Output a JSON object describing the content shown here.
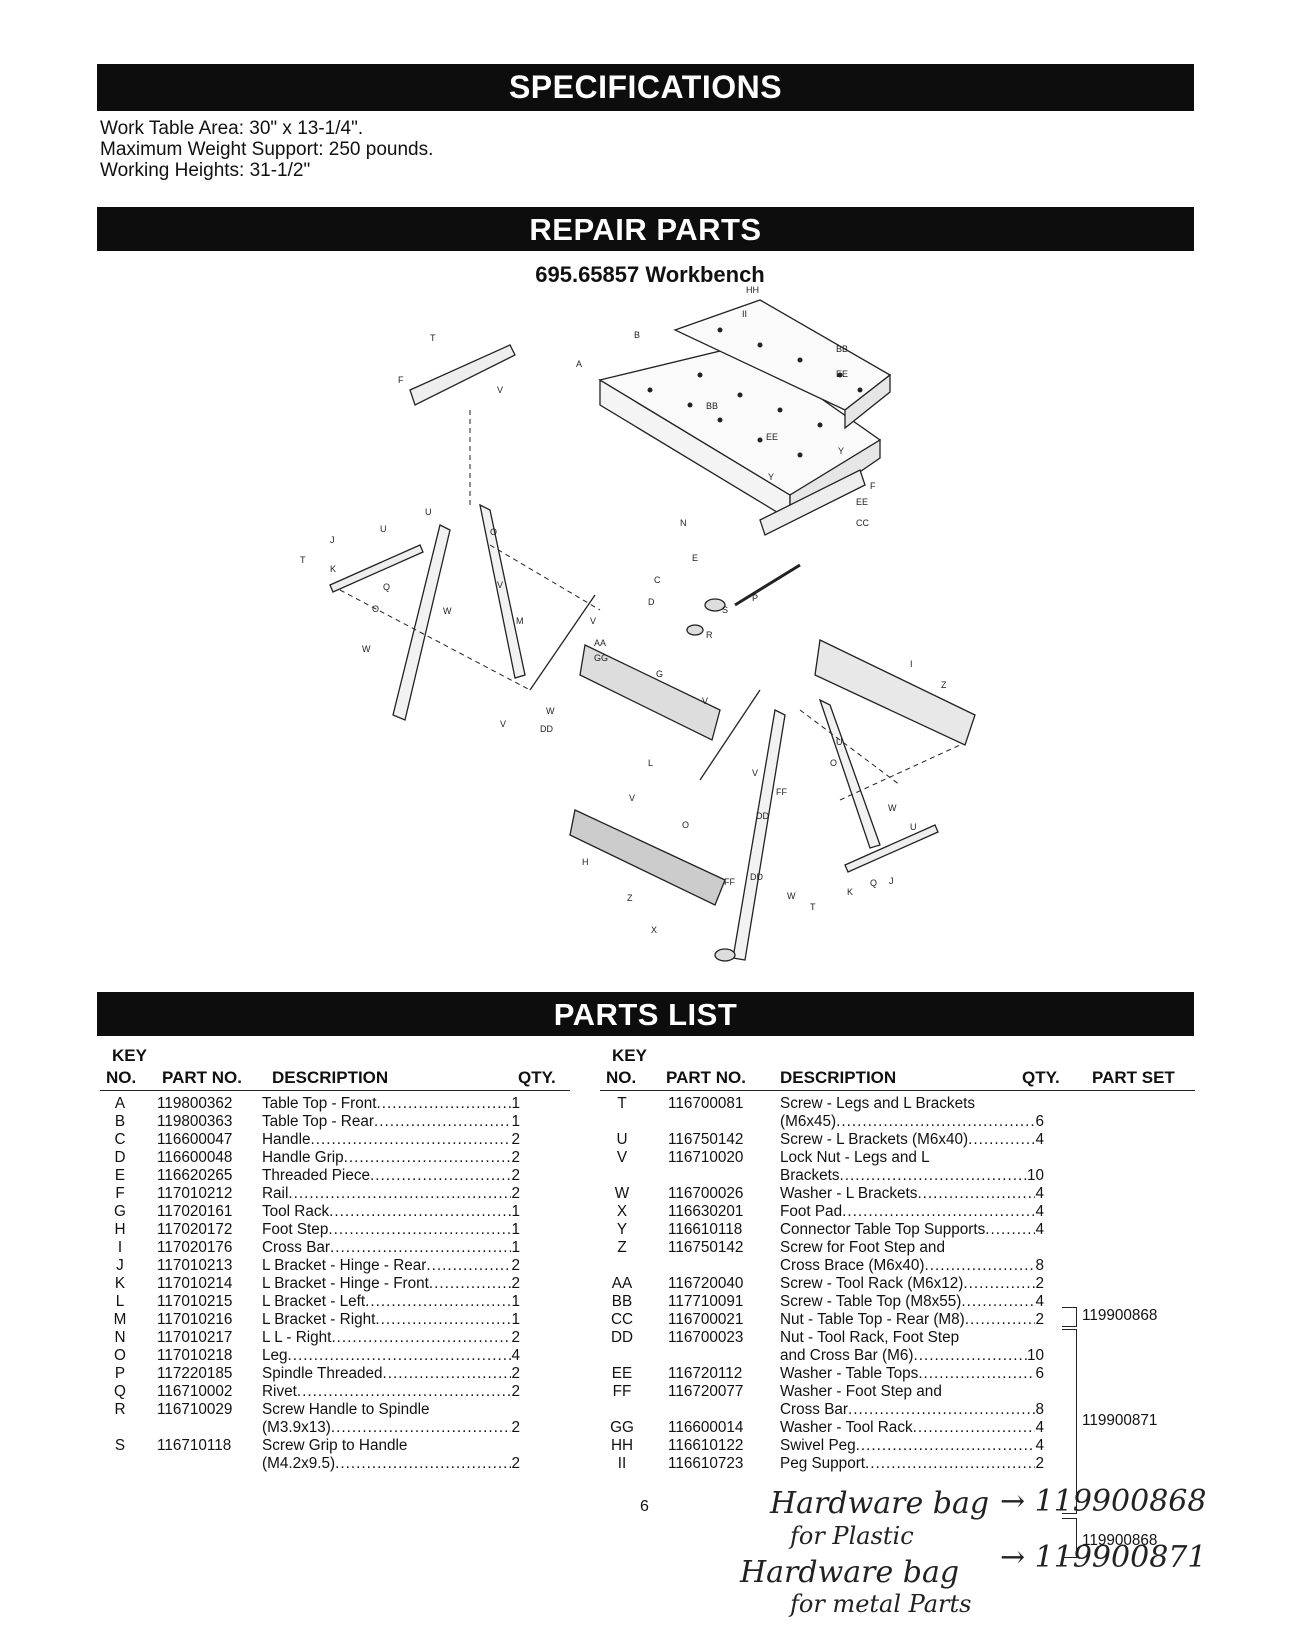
{
  "sections": {
    "specifications": "SPECIFICATIONS",
    "repair_parts": "REPAIR PARTS",
    "parts_list": "PARTS LIST"
  },
  "specs": [
    "Work Table Area:  30\" x 13-1/4\".",
    "Maximum Weight Support:  250 pounds.",
    "Working Heights:  31-1/2\""
  ],
  "model_title": "695.65857 Workbench",
  "table_headers": {
    "key1": "KEY",
    "key2": "NO.",
    "part_no": "PART NO.",
    "description": "DESCRIPTION",
    "qty": "QTY.",
    "part_set": "PART SET"
  },
  "parts_left": [
    {
      "key": "A",
      "part": "119800362",
      "desc": "Table Top - Front",
      "qty": "1"
    },
    {
      "key": "B",
      "part": "119800363",
      "desc": "Table Top - Rear",
      "qty": "1"
    },
    {
      "key": "C",
      "part": "116600047",
      "desc": "Handle",
      "qty": "2"
    },
    {
      "key": "D",
      "part": "116600048",
      "desc": "Handle Grip",
      "qty": "2"
    },
    {
      "key": "E",
      "part": "116620265",
      "desc": "Threaded Piece",
      "qty": "2"
    },
    {
      "key": "F",
      "part": "117010212",
      "desc": "Rail",
      "qty": "2"
    },
    {
      "key": "G",
      "part": "117020161",
      "desc": "Tool Rack",
      "qty": "1"
    },
    {
      "key": "H",
      "part": "117020172",
      "desc": "Foot Step",
      "qty": "1"
    },
    {
      "key": "I",
      "part": "117020176",
      "desc": "Cross Bar",
      "qty": "1"
    },
    {
      "key": "J",
      "part": "117010213",
      "desc": "L Bracket - Hinge - Rear",
      "qty": "2"
    },
    {
      "key": "K",
      "part": "117010214",
      "desc": "L Bracket - Hinge - Front",
      "qty": "2"
    },
    {
      "key": "L",
      "part": "117010215",
      "desc": "L Bracket - Left",
      "qty": "1"
    },
    {
      "key": "M",
      "part": "117010216",
      "desc": "L Bracket - Right",
      "qty": "1"
    },
    {
      "key": "N",
      "part": "117010217",
      "desc": "L L - Right",
      "qty": "2"
    },
    {
      "key": "O",
      "part": "117010218",
      "desc": "Leg",
      "qty": "4"
    },
    {
      "key": "P",
      "part": "117220185",
      "desc": "Spindle Threaded",
      "qty": "2"
    },
    {
      "key": "Q",
      "part": "116710002",
      "desc": "Rivet",
      "qty": "2"
    },
    {
      "key": "R",
      "part": "116710029",
      "desc": "Screw Handle to Spindle",
      "qty": ""
    },
    {
      "key": "",
      "part": "",
      "desc": "(M3.9x13)",
      "qty": "2"
    },
    {
      "key": "S",
      "part": "116710118",
      "desc": "Screw Grip to Handle",
      "qty": ""
    },
    {
      "key": "",
      "part": "",
      "desc": "(M4.2x9.5)",
      "qty": "2"
    }
  ],
  "parts_right": [
    {
      "key": "T",
      "part": "116700081",
      "desc": "Screw - Legs and L Brackets",
      "qty": ""
    },
    {
      "key": "",
      "part": "",
      "desc": "(M6x45)",
      "qty": "6"
    },
    {
      "key": "U",
      "part": "116750142",
      "desc": "Screw - L Brackets (M6x40)",
      "qty": "4"
    },
    {
      "key": "V",
      "part": "116710020",
      "desc": "Lock Nut - Legs and L",
      "qty": ""
    },
    {
      "key": "",
      "part": "",
      "desc": "Brackets",
      "qty": "10"
    },
    {
      "key": "W",
      "part": "116700026",
      "desc": "Washer - L Brackets",
      "qty": "4"
    },
    {
      "key": "X",
      "part": "116630201",
      "desc": "Foot Pad",
      "qty": "4"
    },
    {
      "key": "Y",
      "part": "116610118",
      "desc": "Connector Table Top Supports",
      "qty": "4"
    },
    {
      "key": "Z",
      "part": "116750142",
      "desc": "Screw for Foot Step and",
      "qty": ""
    },
    {
      "key": "",
      "part": "",
      "desc": "Cross Brace (M6x40)",
      "qty": "8"
    },
    {
      "key": "AA",
      "part": "116720040",
      "desc": "Screw - Tool Rack (M6x12)",
      "qty": "2"
    },
    {
      "key": "BB",
      "part": "117710091",
      "desc": "Screw - Table Top (M8x55)",
      "qty": "4"
    },
    {
      "key": "CC",
      "part": "116700021",
      "desc": "Nut - Table Top - Rear (M8)",
      "qty": "2"
    },
    {
      "key": "DD",
      "part": "116700023",
      "desc": "Nut - Tool Rack, Foot Step",
      "qty": ""
    },
    {
      "key": "",
      "part": "",
      "desc": "and Cross Bar (M6)",
      "qty": "10"
    },
    {
      "key": "EE",
      "part": "116720112",
      "desc": "Washer - Table Tops",
      "qty": "6"
    },
    {
      "key": "FF",
      "part": "116720077",
      "desc": "Washer - Foot Step and",
      "qty": ""
    },
    {
      "key": "",
      "part": "",
      "desc": "Cross Bar",
      "qty": "8"
    },
    {
      "key": "GG",
      "part": "116600014",
      "desc": "Washer - Tool Rack",
      "qty": "4"
    },
    {
      "key": "HH",
      "part": "116610122",
      "desc": "Swivel Peg",
      "qty": "4"
    },
    {
      "key": "II",
      "part": "116610723",
      "desc": "Peg Support",
      "qty": "2"
    }
  ],
  "part_sets": [
    "119900868",
    "119900871",
    "119900868"
  ],
  "page_number": "6",
  "handwritten": {
    "line1": "Hardware bag",
    "line1_num": "→ 119900868",
    "line2": "for Plastic",
    "line3": "Hardware bag",
    "line3_num": "→ 119900871",
    "line4": "for metal Parts"
  },
  "callouts": [
    "HH",
    "II",
    "B",
    "A",
    "BB",
    "EE",
    "T",
    "F",
    "V",
    "BB",
    "EE",
    "Y",
    "Y",
    "F",
    "EE",
    "CC",
    "N",
    "E",
    "U",
    "O",
    "U",
    "J",
    "T",
    "K",
    "Q",
    "V",
    "W",
    "O",
    "W",
    "M",
    "V",
    "C",
    "D",
    "S",
    "P",
    "R",
    "AA",
    "GG",
    "G",
    "V",
    "W",
    "DD",
    "Z",
    "I",
    "V",
    "L",
    "U",
    "O",
    "V",
    "FF",
    "DD",
    "W",
    "U",
    "J",
    "Q",
    "K",
    "T",
    "W",
    "V",
    "O",
    "H",
    "DD",
    "FF",
    "Z",
    "X"
  ]
}
